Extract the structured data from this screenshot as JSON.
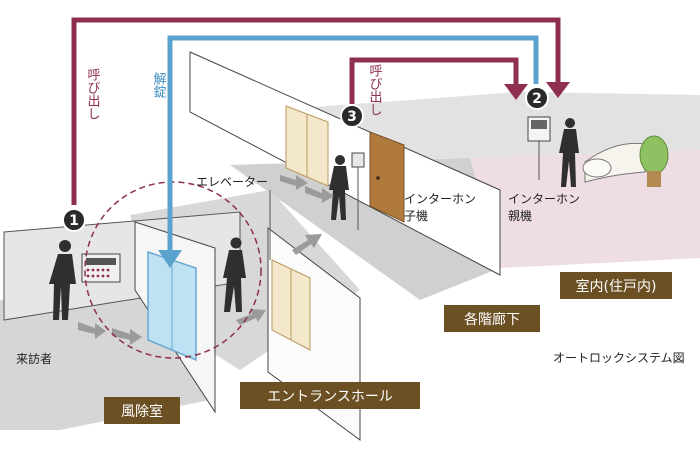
{
  "caption": "オートロックシステム図",
  "labels": {
    "call_left": "呼び出し",
    "unlock": "解錠",
    "call_right": "呼び出し",
    "elevator": "エレベーター",
    "intercom_sub": "インターホン\n子機",
    "intercom_master": "インターホン\n親機",
    "visitor": "来訪者"
  },
  "areas": [
    {
      "id": "vestibule",
      "label": "風除室"
    },
    {
      "id": "entrance_hall",
      "label": "エントランスホール"
    },
    {
      "id": "corridor",
      "label": "各階廊下"
    },
    {
      "id": "unit",
      "label": "室内(住戸内)"
    }
  ],
  "steps": [
    {
      "number": "1"
    },
    {
      "number": "2"
    },
    {
      "number": "3"
    }
  ],
  "colors": {
    "call_line": "#8e2f4e",
    "unlock_line": "#5ba3cf",
    "area_label_bg": "#6b5024",
    "floor_pink": "#eedde3",
    "door_tan": "#f3e7cc",
    "door_brown": "#b07a3c"
  }
}
